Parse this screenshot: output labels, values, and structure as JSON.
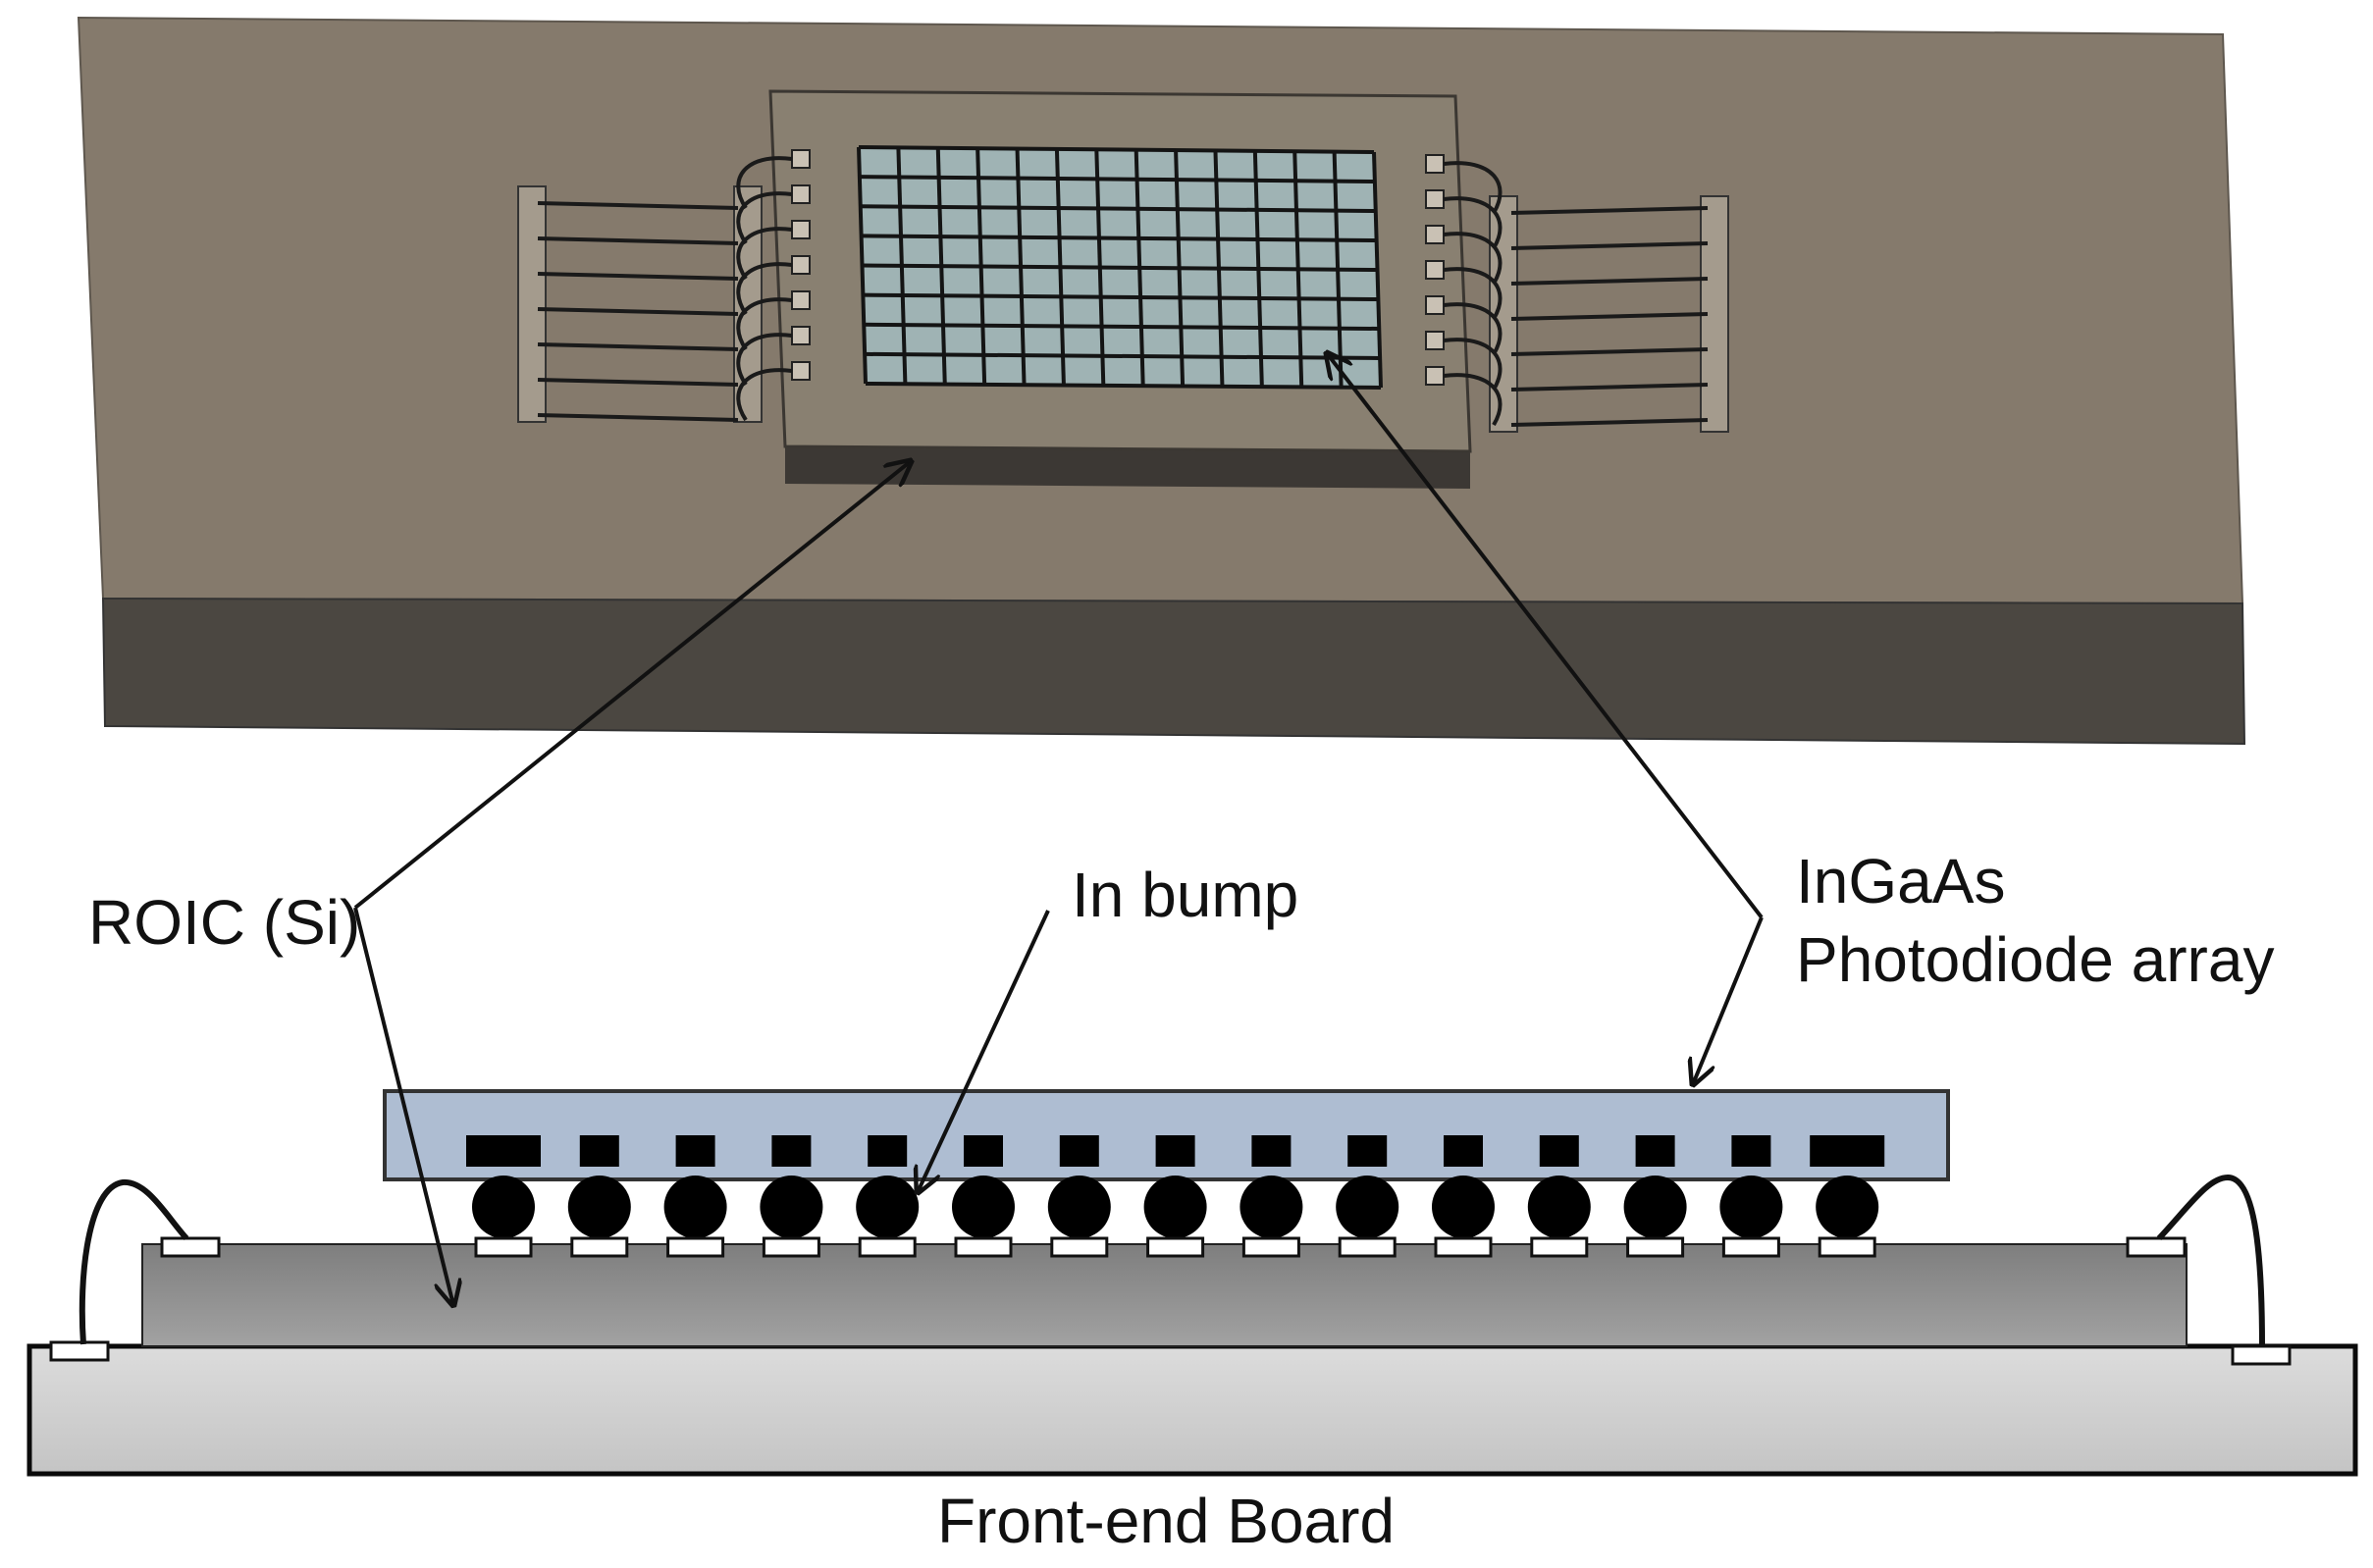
{
  "labels": {
    "roic": "ROIC (Si)",
    "in_bump": "In bump",
    "ingaas_line1": "InGaAs",
    "ingaas_line2": "Photodiode array",
    "front_end_board": "Front-end Board"
  },
  "counts": {
    "pixel_columns": 13,
    "pixel_rows": 8,
    "wire_bonds_per_side": 7,
    "bumps": 15
  },
  "colors": {
    "board_top": "#857a6c",
    "board_side": "#4b4741",
    "chip": "#898071",
    "pixel": "#9fb3b4",
    "grid_line": "#141414",
    "photodiode": "#aebdd2",
    "roic_cross_section": "#8d8d8d",
    "front_end_board": "#d2d2d2"
  }
}
